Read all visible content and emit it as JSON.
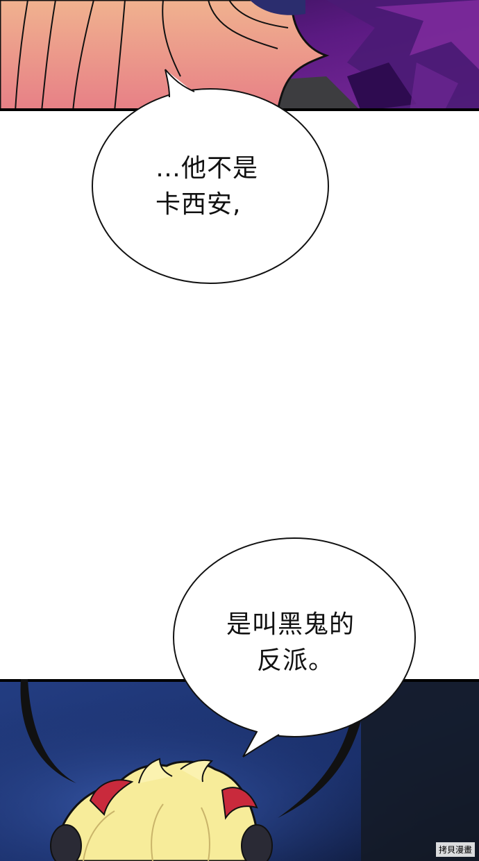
{
  "bubbles": [
    {
      "line1": "…他不是",
      "line2": "卡西安,"
    },
    {
      "line1": "是叫黑鬼的",
      "line2": "反派。"
    }
  ],
  "watermark": "拷貝漫畫",
  "colors": {
    "skin_pink": "#e99a8c",
    "dark_purple": "#3b1460",
    "magenta": "#8a2aa0",
    "night_blue": "#1c3f86",
    "hair_blonde": "#f7ec9a",
    "hair_red": "#c92a3c"
  }
}
